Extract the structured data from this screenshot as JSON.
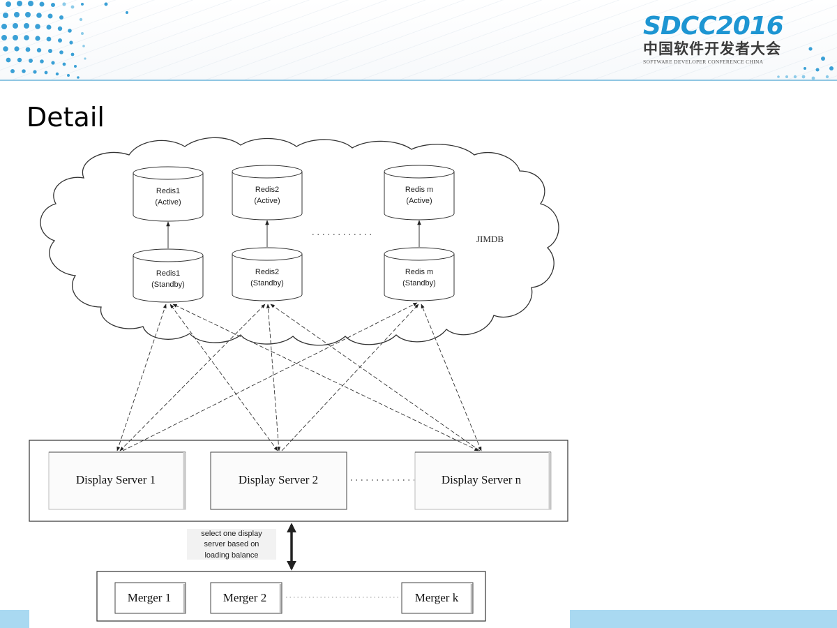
{
  "header": {
    "logo_main": "SDCC2016",
    "logo_cn": "中国软件开发者大会",
    "logo_en": "SOFTWARE DEVELOPER CONFERENCE CHINA"
  },
  "slide": {
    "title": "Detail"
  },
  "diagram": {
    "cloud_label": "JIMDB",
    "redis_active": [
      {
        "name": "Redis1",
        "role": "(Active)"
      },
      {
        "name": "Redis2",
        "role": "(Active)"
      },
      {
        "name": "Redis m",
        "role": "(Active)"
      }
    ],
    "redis_standby": [
      {
        "name": "Redis1",
        "role": "(Standby)"
      },
      {
        "name": "Redis2",
        "role": "(Standby)"
      },
      {
        "name": "Redis m",
        "role": "(Standby)"
      }
    ],
    "display_servers": [
      "Display Server 1",
      "Display Server 2",
      "Display Server n"
    ],
    "lb_note": [
      "select one display",
      "server based on",
      "loading balance"
    ],
    "mergers": [
      "Merger 1",
      "Merger 2",
      "Merger k"
    ]
  },
  "colors": {
    "brand_blue": "#1d95d2",
    "rule_blue": "#8fc6e3",
    "bottom_bar": "#a9d9f1"
  }
}
